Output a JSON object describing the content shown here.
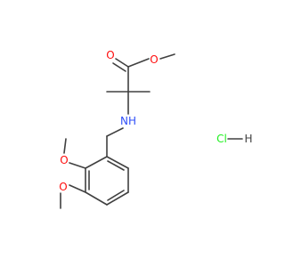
{
  "molecule": {
    "atoms": {
      "ester_carbonyl_o": "O",
      "ester_o": "O",
      "amine_nh": "NH",
      "methoxy_o_2": "O",
      "methoxy_o_3": "O",
      "chloride": "Cl",
      "hydrogen": "H"
    },
    "colors": {
      "bond": "#404040",
      "oxygen": "#ff0d0d",
      "nitrogen": "#3050f8",
      "chlorine": "#1ff01f"
    }
  }
}
